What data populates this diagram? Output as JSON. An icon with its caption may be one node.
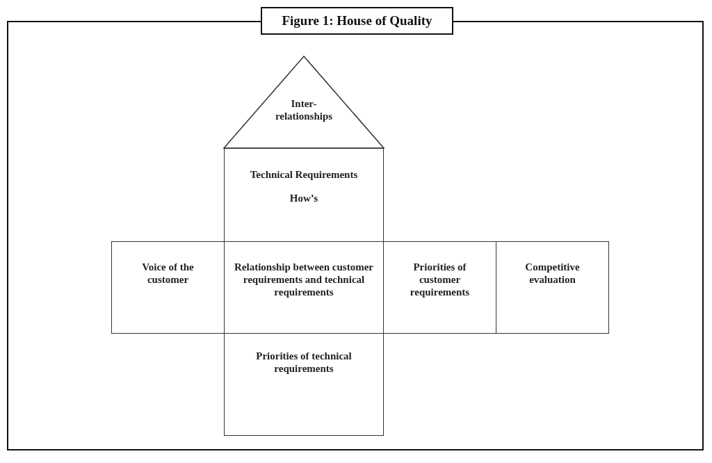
{
  "diagram": {
    "title": "Figure 1: House of Quality",
    "nodes": [
      {
        "text": [
          "Inter- relationships"
        ]
      },
      {
        "text": [
          "Technical Requirements",
          "How’s"
        ]
      },
      {
        "text": [
          "Voice of the customer"
        ]
      },
      {
        "text": [
          "Relationship between customer requirements and technical requirements"
        ]
      },
      {
        "text": [
          "Priorities of customer requirements"
        ]
      },
      {
        "text": [
          "Competitive evaluation"
        ]
      },
      {
        "text": [
          "Priorities of technical requirements"
        ]
      }
    ]
  }
}
